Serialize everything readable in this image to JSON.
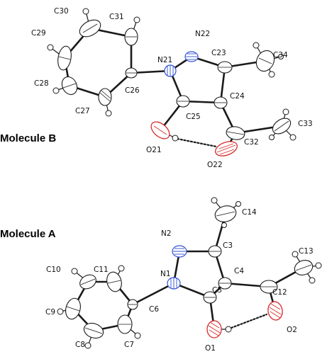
{
  "molecules": [
    {
      "title": "Molecule B",
      "atoms": {
        "N21": "N21",
        "N22": "N22",
        "C23": "C23",
        "C24": "C24",
        "C25": "C25",
        "C26": "C26",
        "C27": "C27",
        "C28": "C28",
        "C29": "C29",
        "C30": "C30",
        "C31": "C31",
        "C32": "C32",
        "C33": "C33",
        "C34": "C34",
        "O21": "O21",
        "O22": "O22"
      }
    },
    {
      "title": "Molecule A",
      "atoms": {
        "N1": "N1",
        "N2": "N2",
        "C3": "C3",
        "C4": "C4",
        "C5": "C5",
        "C6": "C6",
        "C7": "C7",
        "C8": "C8",
        "C9": "C9",
        "C10": "C10",
        "C11": "C11",
        "C12": "C12",
        "C13": "C13",
        "C14": "C14",
        "O1": "O1",
        "O2": "O2"
      }
    }
  ],
  "colors": {
    "carbon": "#1a1a1a",
    "nitrogen": "#2f4fd6",
    "oxygen": "#d62a2a",
    "background": "#ffffff"
  }
}
